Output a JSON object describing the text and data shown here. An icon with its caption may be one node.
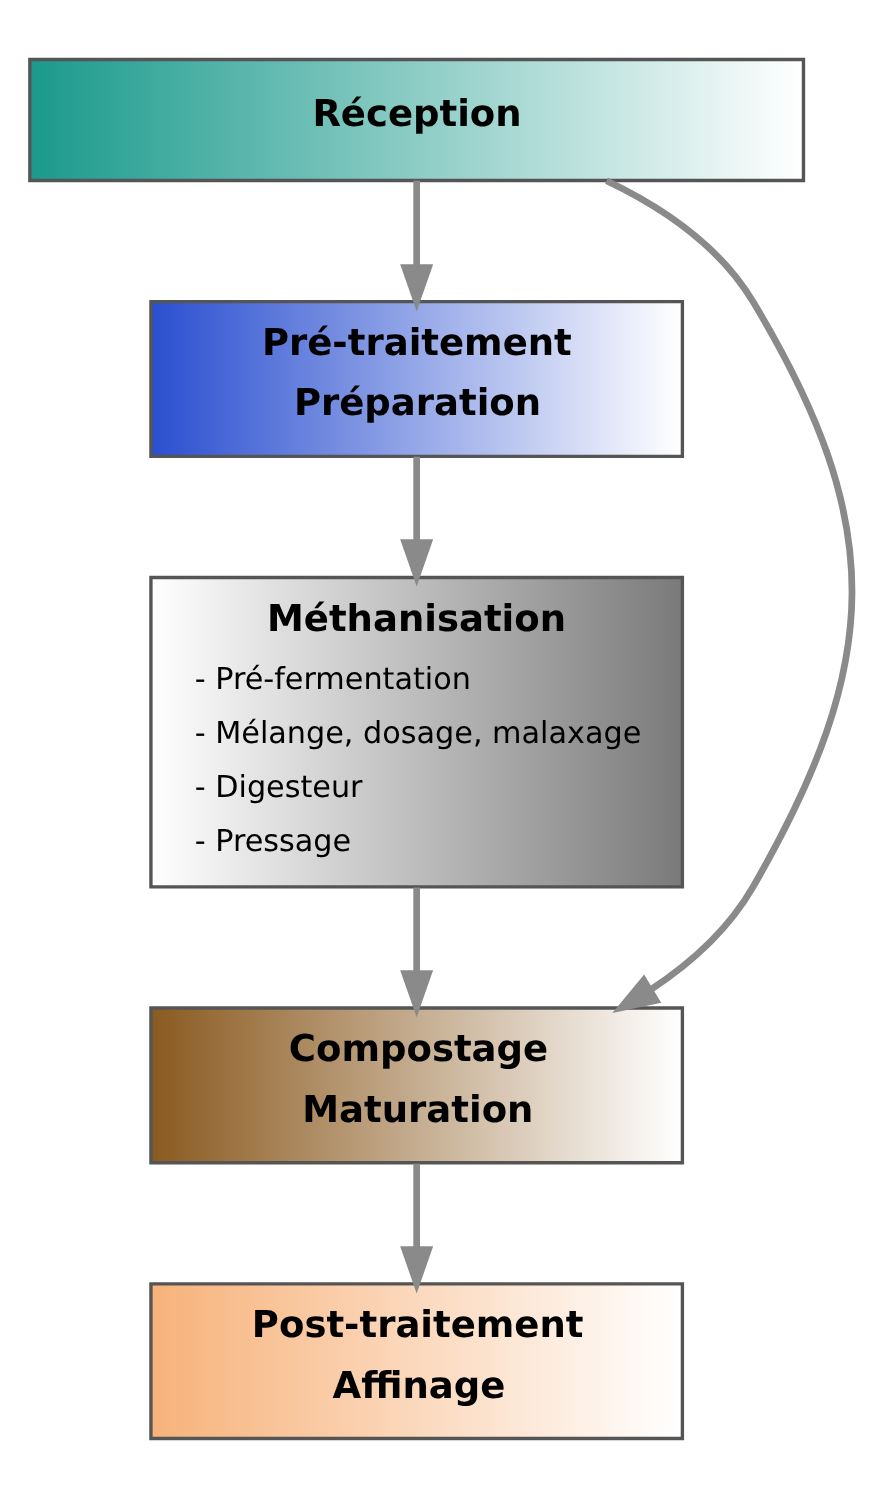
{
  "diagram": {
    "nodes": [
      {
        "text": [
          "Réception"
        ]
      },
      {
        "text": [
          "Pré-traitement",
          "Préparation"
        ]
      },
      {
        "text": [
          "Méthanisation",
          "- Pré-fermentation",
          "- Mélange, dosage, malaxage",
          "- Digesteur",
          "- Pressage"
        ]
      },
      {
        "text": [
          "Compostage",
          "Maturation"
        ]
      },
      {
        "text": [
          "Post-traitement",
          "Affinage"
        ]
      }
    ],
    "edges": [
      {
        "from": 0,
        "to": 1,
        "arrow": "to"
      },
      {
        "from": 1,
        "to": 2,
        "arrow": "to"
      },
      {
        "from": 2,
        "to": 3,
        "arrow": "to"
      },
      {
        "from": 3,
        "to": 4,
        "arrow": "to"
      },
      {
        "from": 0,
        "to": 3,
        "arrow": "to"
      }
    ]
  }
}
